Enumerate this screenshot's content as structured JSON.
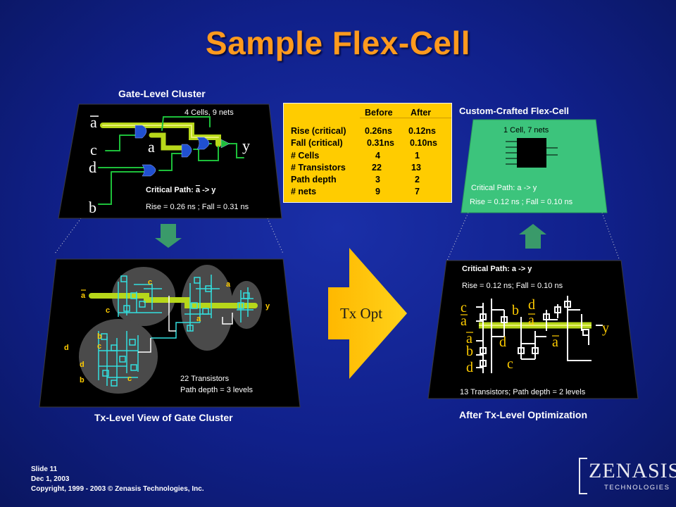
{
  "title": "Sample Flex-Cell",
  "gate_panel": {
    "caption": "Gate-Level Cluster",
    "stats": "4 Cells,  9 nets",
    "inputs": [
      "a",
      "c",
      "d",
      "b"
    ],
    "inner_a": "a",
    "output": "y",
    "critical_label": "Critical Path: ",
    "critical_from": "a",
    "critical_to": " -> y",
    "timing": "Rise = 0.26 ns ; Fall = 0.31 ns"
  },
  "tx_panel": {
    "caption": "Tx-Level View of Gate Cluster",
    "labels": {
      "a_bar": "a",
      "c1": "c",
      "c2": "c",
      "a1": "a",
      "a2": "a",
      "y": "y",
      "b1": "b",
      "c3": "c",
      "d1": "d",
      "d2": "d",
      "b2": "b",
      "c4": "c"
    },
    "transistors": "22 Transistors",
    "depth": "Path depth = 3 levels"
  },
  "table": {
    "headers": [
      "Before",
      "After"
    ],
    "rows": [
      {
        "label": "Rise (critical)",
        "before": "0.26ns",
        "after": "0.12ns"
      },
      {
        "label": "Fall (critical)",
        "before": "0.31ns",
        "after": "0.10ns"
      },
      {
        "label": "# Cells",
        "before": "4",
        "after": "1"
      },
      {
        "label": "# Transistors",
        "before": "22",
        "after": "13"
      },
      {
        "label": "Path depth",
        "before": "3",
        "after": "2"
      },
      {
        "label": "# nets",
        "before": "9",
        "after": "7"
      }
    ]
  },
  "arrow_label": "Tx Opt",
  "flex_panel": {
    "caption": "Custom-Crafted Flex-Cell",
    "stats": "1 Cell,  7 nets",
    "critical": "Critical Path:  a  -> y",
    "timing": "Rise = 0.12 ns ; Fall = 0.10 ns"
  },
  "opt_panel": {
    "caption": "After Tx-Level Optimization",
    "critical": "Critical Path:  a -> y",
    "timing": "Rise = 0.12 ns; Fall = 0.10 ns",
    "labels": {
      "c1": "c",
      "a1": "a",
      "b1": "b",
      "d1": "d",
      "a2": "a",
      "y": "y",
      "a3": "a",
      "d2": "d",
      "a4": "a",
      "b2": "b",
      "c2": "c",
      "d3": "d"
    },
    "summary": "13 Transistors;  Path depth  = 2 levels"
  },
  "footer": {
    "slide": "Slide 11",
    "date": "Dec 1, 2003",
    "copyright": "Copyright, 1999 - 2003 © Zenasis Technologies, Inc."
  },
  "logo": {
    "name": "ZENASIS",
    "sub": "TECHNOLOGIES"
  },
  "colors": {
    "title": "#ff9a1e",
    "table": "#ffcc00",
    "arrow": "#ffcc00",
    "flex_cell": "#3cc47c",
    "gate": "#1f4fc8",
    "arrow_down": "#3a9a6a"
  }
}
